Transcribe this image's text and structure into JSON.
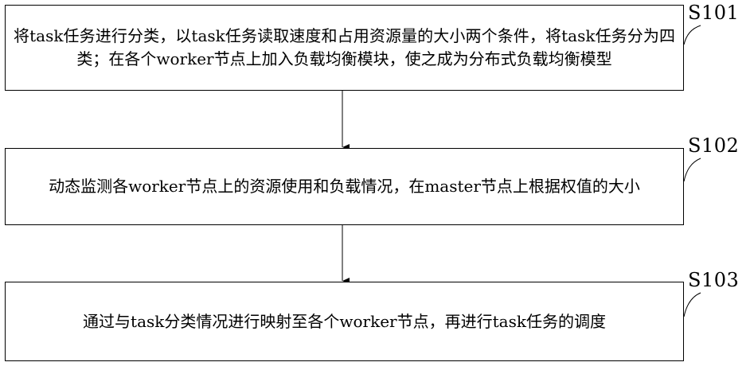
{
  "steps": [
    {
      "label": "S101",
      "text": "将task任务进行分类，以task任务读取速度和占用资源量的大小两个条件，将task任务分为四类；在各个worker节点上加入负载均衡模块，使之成为分布式负载均衡模型"
    },
    {
      "label": "S102",
      "text": "动态监测各worker节点上的资源使用和负载情况，在master节点上根据权值的大小"
    },
    {
      "label": "S103",
      "text": "通过与task分类情况进行映射至各个worker节点，再进行task任务的调度"
    }
  ]
}
